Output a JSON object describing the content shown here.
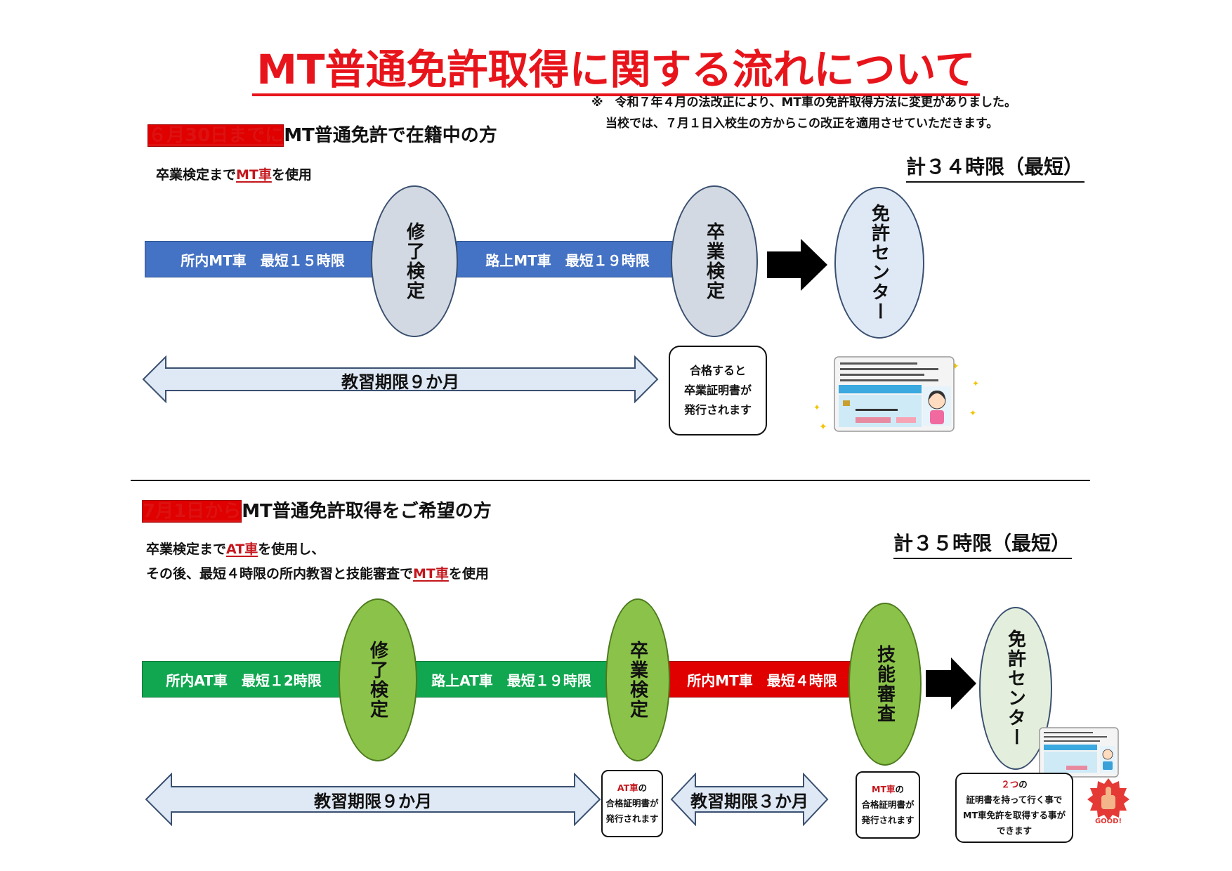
{
  "title": "MT普通免許取得に関する流れについて",
  "notice": {
    "line1": "※　令和７年４月の法改正により、MT車の免許取得方法に変更がありました。",
    "line2": "当校では、７月１日入校生の方からこの改正を適用させていただきます。"
  },
  "section1": {
    "heading_red": "６月30日までに",
    "heading_rest": "MT普通免許で在籍中の方",
    "desc_pre": "卒業検定まで",
    "desc_hl": "MT車",
    "desc_post": "を使用",
    "total": "計３４時限（最短）",
    "bar1": "所内MT車　最短１５時限",
    "bar2": "路上MT車　最短１９時限",
    "oval1": "修了検定",
    "oval2": "卒業検定",
    "oval3": "免許センター",
    "period": "教習期限９か月",
    "callout": [
      "合格すると",
      "卒業証明書が",
      "発行されます"
    ]
  },
  "section2": {
    "heading_red": "7月1日から",
    "heading_rest": "MT普通免許取得をご希望の方",
    "desc1_pre": "卒業検定まで",
    "desc1_hl": "AT車",
    "desc1_post": "を使用し、",
    "desc2_pre": "その後、最短４時限の所内教習と技能審査で",
    "desc2_hl": "MT車",
    "desc2_post": "を使用",
    "total": "計３５時限（最短）",
    "bar1": "所内AT車　最短１2時限",
    "bar2": "路上AT車　最短１９時限",
    "bar3": "所内MT車　最短４時限",
    "oval1": "修了検定",
    "oval2": "卒業検定",
    "oval3": "技能審査",
    "oval4": "免許センター",
    "period1": "教習期限９か月",
    "period2": "教習期限３か月",
    "callout1_red": "AT車",
    "callout1_rest": "の",
    "callout1_lines": [
      "合格証明書が",
      "発行されます"
    ],
    "callout2_red": "MT車",
    "callout2_rest": "の",
    "callout2_lines": [
      "合格証明書が",
      "発行されます"
    ],
    "callout3_red": "２つ",
    "callout3_rest": "の",
    "callout3_lines": [
      "証明書を持って行く事で",
      "MT車免許を取得する事が",
      "できます"
    ],
    "good_badge": "GOOD!"
  },
  "colors": {
    "title_red": "#e8141b",
    "blue_bar": "#4472c4",
    "green_bar": "#10a750",
    "red_bar": "#e00000",
    "gray_oval": "#d3d9e2",
    "green_oval": "#8bc34a",
    "arrow_fill": "#dfe9f5"
  }
}
